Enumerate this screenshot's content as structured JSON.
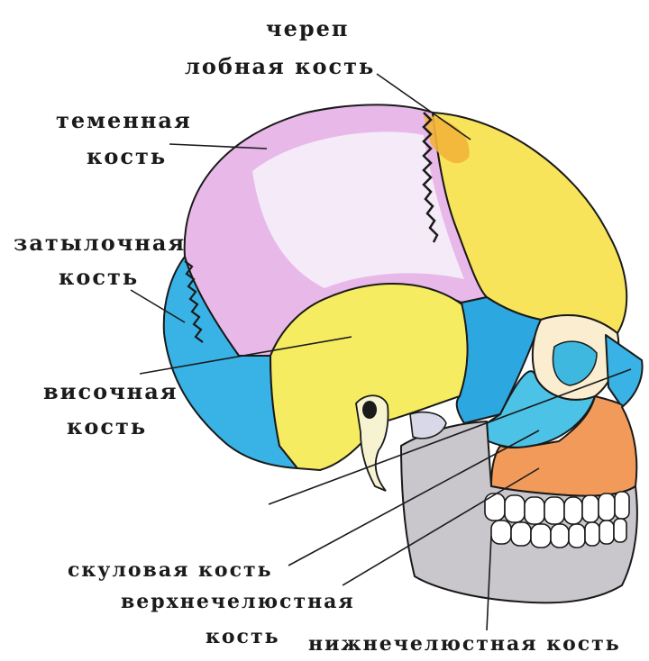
{
  "diagram": {
    "title": "череп",
    "labels": {
      "frontal": "лобная кость",
      "parietal_1": "теменная",
      "parietal_2": "кость",
      "occipital_1": "затылочная",
      "occipital_2": "кость",
      "temporal_1": "височная",
      "temporal_2": "кость",
      "zygomatic": "скуловая кость",
      "maxilla_1": "верхнечелюстная",
      "maxilla_2": "кость",
      "mandible": "нижнечелюстная кость"
    },
    "colors": {
      "frontal": "#f7e45a",
      "frontal_shade": "#f2b43a",
      "parietal": "#e8b8e8",
      "parietal_light": "#f4f0f8",
      "occipital": "#39b3e6",
      "temporal": "#f5ec62",
      "sphenoid": "#2da7df",
      "zygomatic": "#4cc3e6",
      "maxilla": "#f29a5a",
      "mandible": "#c9c6cc",
      "teeth": "#ffffff",
      "outline": "#1a1a1a"
    }
  }
}
